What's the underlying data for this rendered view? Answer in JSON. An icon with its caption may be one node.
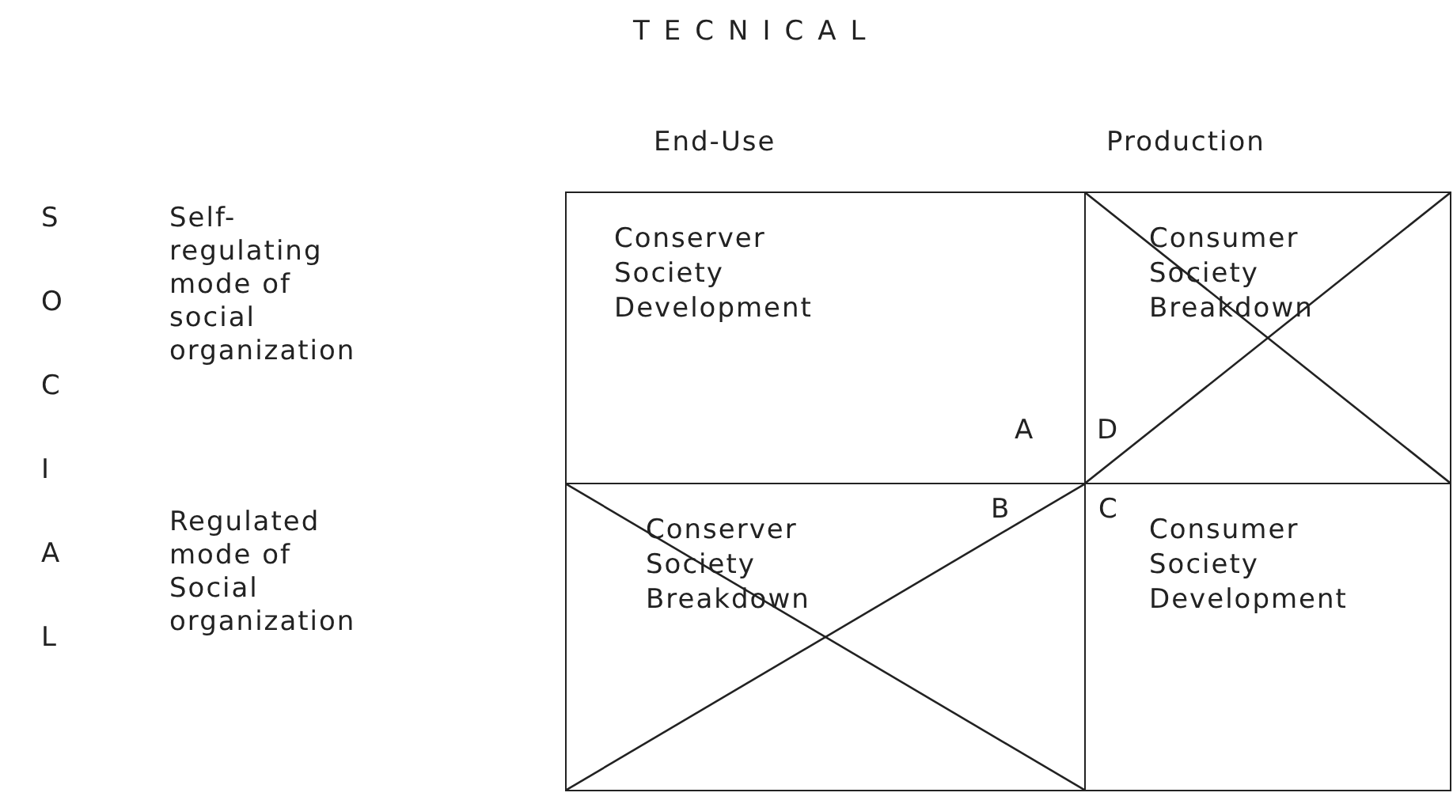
{
  "diagram": {
    "nodes": [
      {
        "text": [
          "Conserver Society Development"
        ]
      },
      {
        "text": [
          "Consumer Society Breakdown"
        ]
      },
      {
        "text": [
          "Conserver Society Breakdown"
        ]
      },
      {
        "text": [
          "Consumer Society Development"
        ]
      }
    ],
    "edges": [],
    "labels": [
      "TECNICAL",
      "End-Use",
      "Production",
      "SOCIAL",
      "Self-regulating mode of social organization",
      "Regulated mode of Social organization",
      "A",
      "D",
      "B",
      "C"
    ]
  }
}
